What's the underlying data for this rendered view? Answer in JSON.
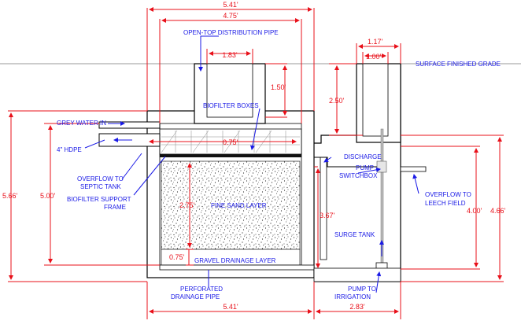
{
  "colors": {
    "dimension": "#e8101a",
    "label": "#1a1ae6",
    "structure": "#000000",
    "grade_line": "#9a9a9a"
  },
  "dimensions": {
    "top_overall": "5.41'",
    "top_inner": "4.75'",
    "pipe_width": "1.83'",
    "pipe_height": "1.50'",
    "surge_pipe_outer": "1.17'",
    "surge_pipe_inner": "1.00'",
    "surge_depth": "2.50'",
    "biofilter_thick": "0.75'",
    "sand_depth": "2.75'",
    "gravel_thick": "0.75'",
    "left_overall": "5.66'",
    "left_inner": "5.00'",
    "surge_water": "3.67'",
    "right_inner": "4.00'",
    "right_overall": "4.66'",
    "bottom_left": "5.41'",
    "bottom_right": "2.83'"
  },
  "labels": {
    "distribution_pipe": "OPEN-TOP DISTRIBUTION PIPE",
    "surface_grade": "SURFACE FINISHED GRADE",
    "biofilter_boxes": "BIOFILTER BOXES",
    "grey_water_in": "GREY WATER IN",
    "hdpe": "4\" HDPE",
    "discharge": "DISCHARGE",
    "pump_switchbox_1": "PUMP",
    "pump_switchbox_2": "SWITCHBOX",
    "overflow_septic_1": "OVERFLOW TO",
    "overflow_septic_2": "SEPTIC TANK",
    "biofilter_frame_1": "BIOFILTER SUPPORT",
    "biofilter_frame_2": "FRAME",
    "fine_sand": "FINE SAND LAYER",
    "overflow_leech_1": "OVERFLOW TO",
    "overflow_leech_2": "LEECH FIELD",
    "surge_tank": "SURGE TANK",
    "gravel_layer": "GRAVEL DRAINAGE LAYER",
    "perforated_1": "PERFORATED",
    "perforated_2": "DRAINAGE PIPE",
    "pump_irrigation_1": "PUMP TO",
    "pump_irrigation_2": "IRRIGATION"
  }
}
